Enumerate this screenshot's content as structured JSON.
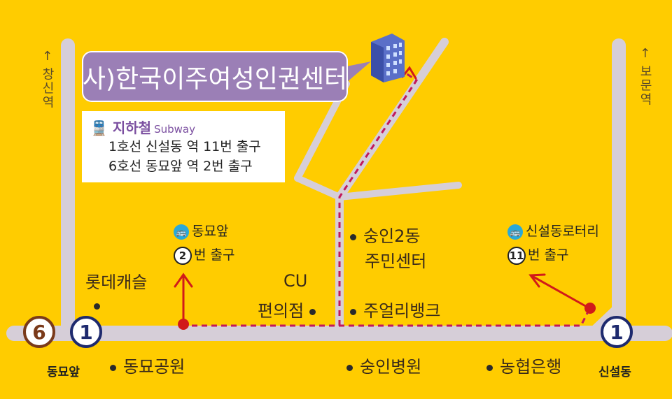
{
  "banner": {
    "title": "사)한국이주여성인권센터"
  },
  "building_icon": "office-building-icon",
  "subway_info": {
    "header_ko": "지하철",
    "header_en": "Subway",
    "lines": [
      "1호선 신설동 역 11번 출구",
      "6호선 동묘앞 역 2번 출구"
    ]
  },
  "directions": {
    "left": "← 창신역",
    "right": "← 보문역"
  },
  "stations": {
    "dongmyo_6": {
      "number": "6",
      "color": "#7a3a1a"
    },
    "dongmyo_1": {
      "number": "1",
      "color": "#1e2a6e"
    },
    "dongmyo_name": "동묘앞",
    "sinseol_1": {
      "number": "1",
      "color": "#1e2a6e"
    },
    "sinseol_name": "신설동"
  },
  "exits": {
    "dongmyo": {
      "stop": "동묘앞",
      "number": "2",
      "label": "번 출구"
    },
    "sinseol": {
      "stop": "신설동로터리",
      "number": "11",
      "label": "번 출구"
    }
  },
  "places": {
    "lotte": "롯데캐슬",
    "cu_1": "CU",
    "cu_2": "편의점",
    "sungin_1": "숭인2동",
    "sungin_2": "주민센터",
    "jewelry": "주얼리뱅크",
    "park": "동묘공원",
    "hospital": "숭인병원",
    "bank": "농협은행"
  },
  "colors": {
    "background": "#FFCC00",
    "road": "#D6CED8",
    "route": "#C2185B",
    "banner": "#9b7fb6",
    "line1": "#1e2a6e",
    "line6": "#7a3a1a"
  }
}
